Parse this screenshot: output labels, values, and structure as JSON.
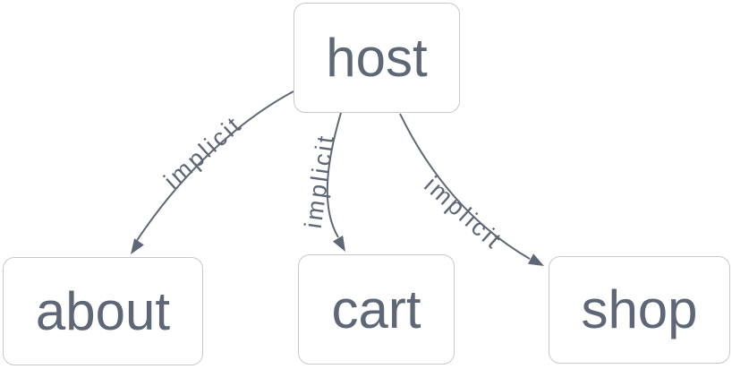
{
  "diagram": {
    "type": "flowchart",
    "background": "#ffffff",
    "colors": {
      "node_fill": "#ffffff",
      "node_border": "#c8c9cb",
      "node_text": "#5e6775",
      "edge_stroke": "#5e6775",
      "edge_label_text": "#5e6775"
    },
    "nodes": [
      {
        "id": "host",
        "label": "host"
      },
      {
        "id": "about",
        "label": "about"
      },
      {
        "id": "cart",
        "label": "cart"
      },
      {
        "id": "shop",
        "label": "shop"
      }
    ],
    "edges": [
      {
        "from": "host",
        "to": "about",
        "label": "implicit"
      },
      {
        "from": "host",
        "to": "cart",
        "label": "implicit"
      },
      {
        "from": "host",
        "to": "shop",
        "label": "implicit"
      }
    ]
  }
}
